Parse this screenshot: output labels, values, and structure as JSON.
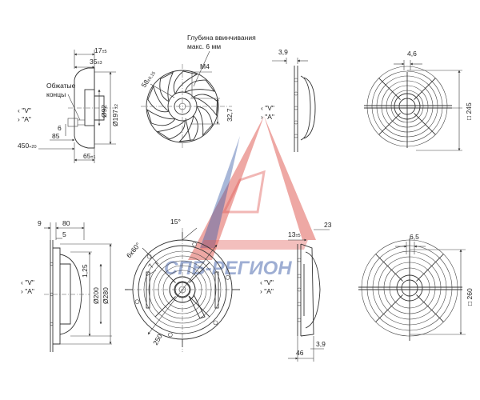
{
  "colors": {
    "line": "#333333",
    "watermark_red": "#e0605a",
    "watermark_blue": "#3f5fa8",
    "background": "#ffffff"
  },
  "watermark": {
    "text": "СПБ-РЕГИОН"
  },
  "top": {
    "side_view": {
      "dims": {
        "d17": "17",
        "d17_tol": "±5",
        "d35": "35",
        "d35_tol": "±3",
        "d92": "Ø92",
        "d197": "Ø197",
        "d197_tol": "±2",
        "d6": "6",
        "d85": "85",
        "d450": "450",
        "d450_tol": "+20",
        "d65": "65",
        "d65_tol": "±1"
      },
      "label_v": "\"V\"",
      "label_a": "\"A\"",
      "note_line1": "Обжатые",
      "note_line2": "концы"
    },
    "rotor_view": {
      "note_line1": "Глубина ввинчивания",
      "note_line2": "макс. 6 мм",
      "dims": {
        "m4": "M4",
        "d58": "58",
        "d58_tol": "±0,15",
        "d327": "32,7"
      }
    },
    "guard_side_view": {
      "dims": {
        "d39": "3,9"
      },
      "label_v": "\"V\"",
      "label_a": "\"A\""
    },
    "guard_front_view": {
      "dims": {
        "d46": "4,6",
        "sq245": "□ 245"
      }
    }
  },
  "bottom": {
    "side_view": {
      "dims": {
        "d9": "9",
        "d80": "80",
        "d5": "5",
        "d125": "1,25",
        "d200": "Ø200",
        "d280": "Ø280"
      },
      "label_v": "\"V\"",
      "label_a": "\"A\""
    },
    "plate_view": {
      "dims": {
        "d15": "15°",
        "d6x60": "6x60°",
        "d7": "7",
        "d250": "250"
      }
    },
    "guard_side_view": {
      "dims": {
        "d13": "13",
        "d13_tol": "±5",
        "d23": "23",
        "d46": "46",
        "d39": "3,9"
      },
      "label_v": "\"V\"",
      "label_a": "\"A\""
    },
    "guard_front_view": {
      "dims": {
        "d65": "6,5",
        "sq260": "□ 260"
      }
    }
  }
}
